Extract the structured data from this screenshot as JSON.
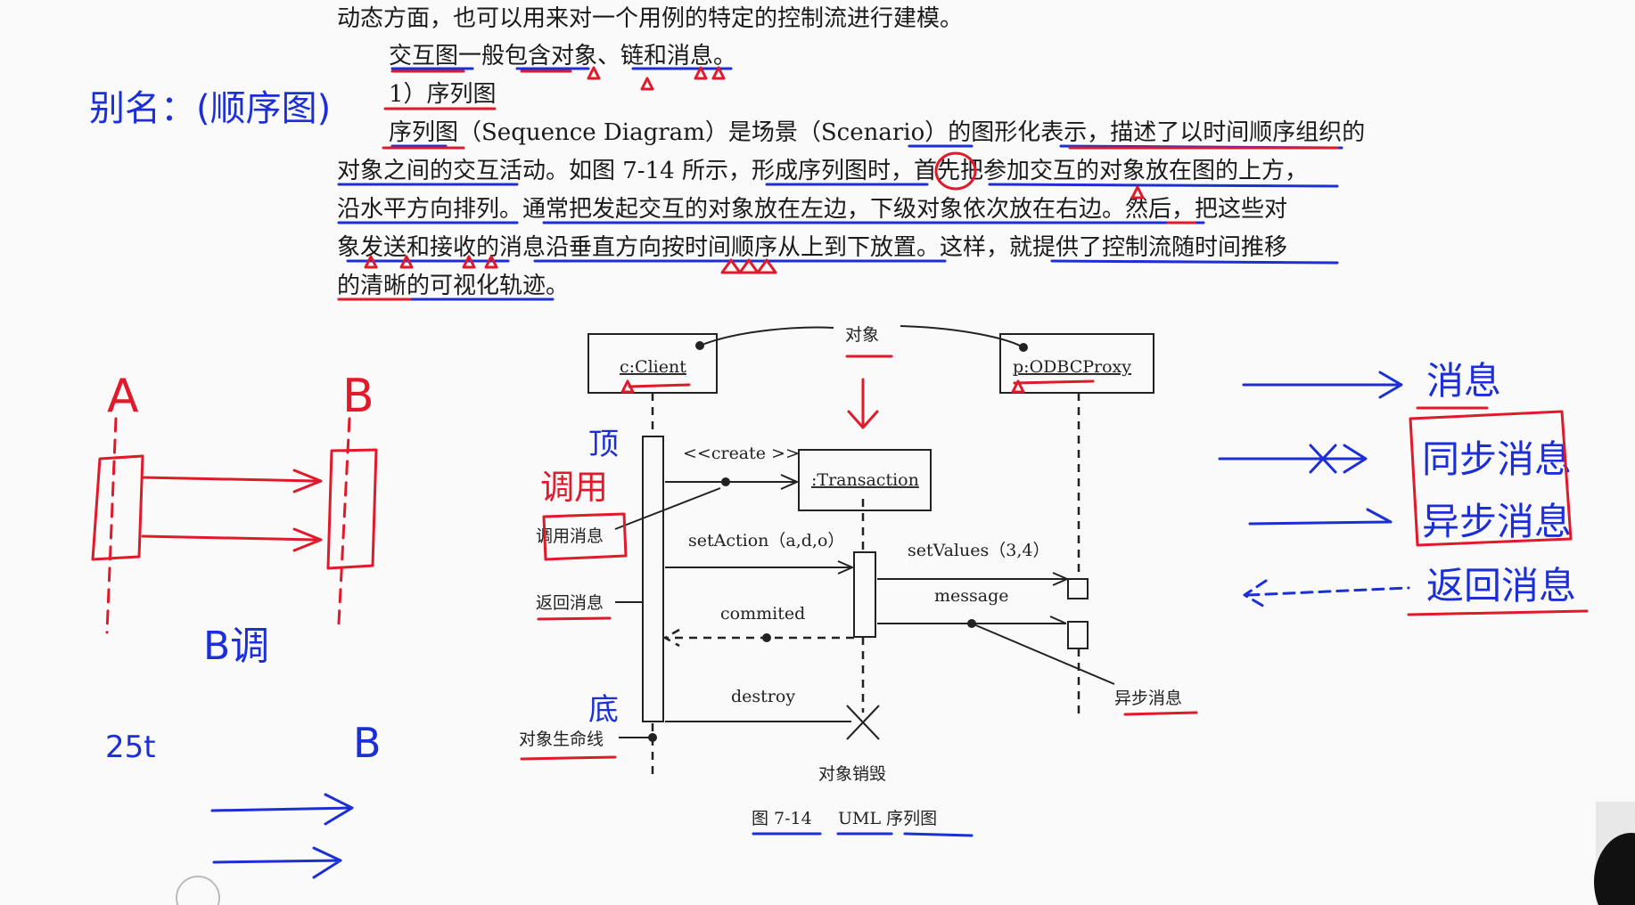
{
  "document": {
    "paragraph_lines": [
      "动态方面，也可以用来对一个用例的特定的控制流进行建模。",
      "交互图一般包含对象、链和消息。",
      "1）序列图",
      "序列图（Sequence Diagram）是场景（Scenario）的图形化表示，描述了以时间顺序组织的",
      "对象之间的交互活动。如图 7-14 所示，形成序列图时，首先把参加交互的对象放在图的上方，",
      "沿水平方向排列。通常把发起交互的对象放在左边，下级对象依次放在右边。然后，把这些对",
      "象发送和接收的消息沿垂直方向按时间顺序从上到下放置。这样，就提供了控制流随时间推移",
      "的清晰的可视化轨迹。"
    ]
  },
  "figure": {
    "caption_number": "图 7-14",
    "caption_title": "UML 序列图",
    "objects": {
      "client": "c:Client",
      "transaction": ":Transaction",
      "proxy": "p:ODBCProxy"
    },
    "messages": {
      "create": "<<create >>",
      "set_action": "setAction（a,d,o）",
      "set_values": "setValues（3,4）",
      "message": "message",
      "commited": "commited",
      "destroy": "destroy"
    },
    "annotations": {
      "object": "对象",
      "call_message": "调用消息",
      "return_message": "返回消息",
      "async_message": "异步消息",
      "lifeline": "对象生命线",
      "destruction": "对象销毁"
    }
  },
  "handwriting": {
    "alias": "别名：(顺序图)",
    "top": "顶",
    "bottom": "底",
    "call": "调用",
    "label_a": "A",
    "label_b": "B",
    "label_b2": "B",
    "calls": "B调",
    "sync": "25t",
    "legend_message": "消息",
    "legend_sync": "同步消息",
    "legend_async": "异步消息",
    "legend_return": "返回消息"
  },
  "colors": {
    "ink_blue": "#1c2fd6",
    "ink_red": "#e01a2a"
  }
}
